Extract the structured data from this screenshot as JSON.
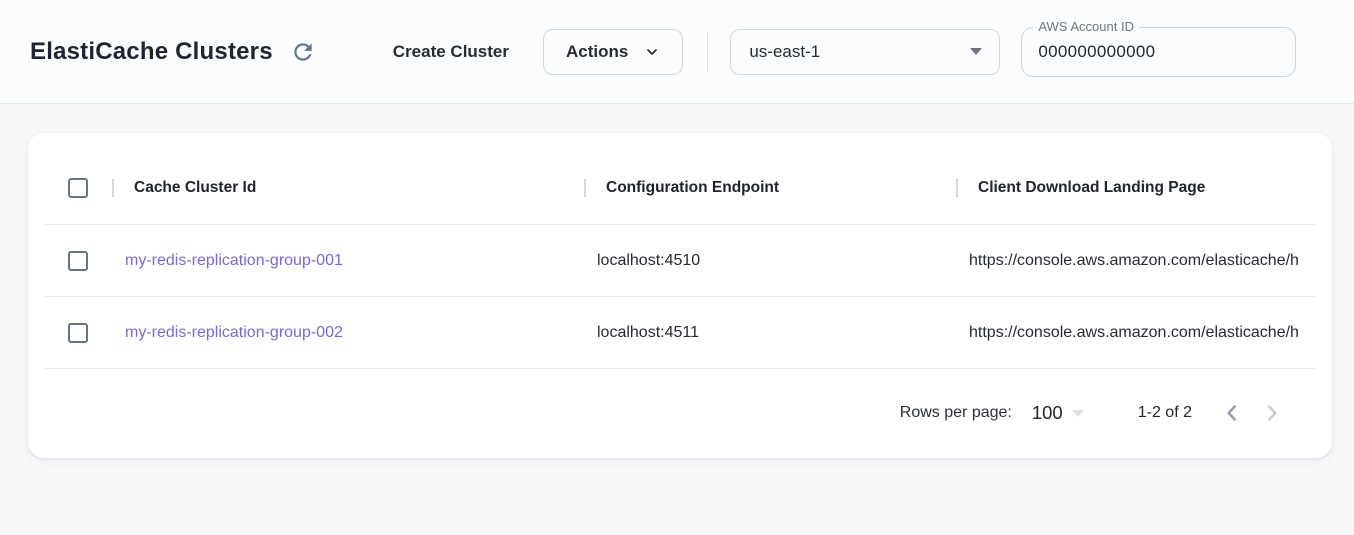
{
  "header": {
    "title": "ElastiCache Clusters",
    "create_button": "Create Cluster",
    "actions_button": "Actions",
    "region_selected": "us-east-1",
    "account_field": {
      "label": "AWS Account ID",
      "value": "000000000000"
    }
  },
  "table": {
    "columns": [
      "Cache Cluster Id",
      "Configuration Endpoint",
      "Client Download Landing Page"
    ],
    "rows": [
      {
        "cache_cluster_id": "my-redis-replication-group-001",
        "configuration_endpoint": "localhost:4510",
        "client_download_landing_page": "https://console.aws.amazon.com/elasticache/h"
      },
      {
        "cache_cluster_id": "my-redis-replication-group-002",
        "configuration_endpoint": "localhost:4511",
        "client_download_landing_page": "https://console.aws.amazon.com/elasticache/h"
      }
    ],
    "pagination": {
      "rows_per_page_label": "Rows per page:",
      "rows_per_page_value": "100",
      "range_label": "1-2 of 2"
    }
  },
  "icons": {
    "refresh": "refresh-icon",
    "actions_chevron": "chevron-down-icon",
    "region_caret": "caret-down-icon",
    "prev": "chevron-left-icon",
    "next": "chevron-right-icon"
  },
  "colors": {
    "link_purple": "#7b68d8",
    "icon_gray": "#64748b",
    "toolbar_bg": "#fbfcfe",
    "page_bg": "#f7f8fa"
  }
}
